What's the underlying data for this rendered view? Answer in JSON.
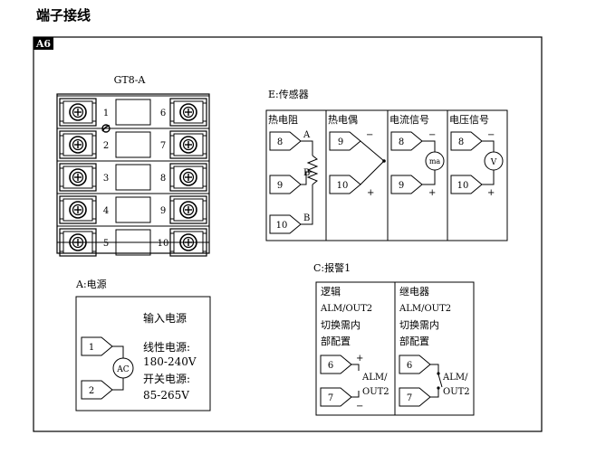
{
  "page_title": "端子接线",
  "frame_tag": "A6",
  "terminal_block": {
    "model": "GT8-A",
    "left_terminals": [
      "1",
      "2",
      "3",
      "4",
      "5"
    ],
    "right_terminals": [
      "6",
      "7",
      "8",
      "9",
      "10"
    ]
  },
  "sensor": {
    "title": "E:传感器",
    "columns": [
      {
        "header": "热电阻",
        "terminals": [
          "8",
          "9",
          "10"
        ],
        "labels": [
          "A",
          "B",
          "B"
        ]
      },
      {
        "header": "热电偶",
        "terminals": [
          "9",
          "10"
        ],
        "polarity": [
          "−",
          "+"
        ]
      },
      {
        "header": "电流信号",
        "terminals": [
          "8",
          "9"
        ],
        "polarity": [
          "−",
          "+"
        ],
        "meter": "ma"
      },
      {
        "header": "电压信号",
        "terminals": [
          "8",
          "10"
        ],
        "polarity": [
          "−",
          "+"
        ],
        "meter": "V"
      }
    ]
  },
  "power": {
    "title": "A:电源",
    "heading": "输入电源",
    "terminals": [
      "1",
      "2"
    ],
    "source": "AC",
    "lines": [
      "线性电源:",
      "180-240V",
      "开关电源:",
      "85-265V"
    ]
  },
  "alarm": {
    "title": "C:报警1",
    "columns": [
      {
        "lines": [
          "逻辑",
          "ALM/OUT2",
          "切换需内",
          "部配置"
        ],
        "terminals": [
          "6",
          "7"
        ],
        "polarity": [
          "+",
          "−"
        ],
        "output": [
          "ALM/",
          "OUT2"
        ]
      },
      {
        "lines": [
          "继电器",
          "ALM/OUT2",
          "切换需内",
          "部配置"
        ],
        "terminals": [
          "6",
          "7"
        ],
        "output": [
          "ALM/",
          "OUT2"
        ]
      }
    ]
  }
}
